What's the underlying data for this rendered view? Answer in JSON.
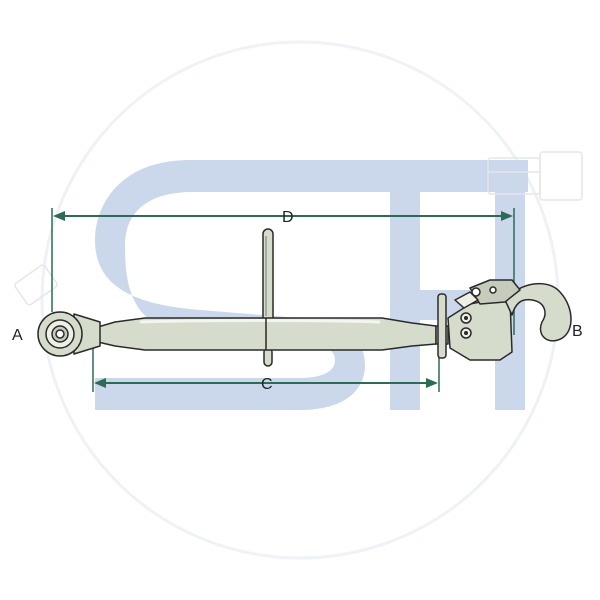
{
  "labels": {
    "a": "A",
    "b": "B",
    "c": "C",
    "d": "D"
  },
  "watermark": {
    "text": "STH"
  },
  "colors": {
    "background": "#ffffff",
    "watermark": "#c9d5ea",
    "dimension_line": "#2e6b55",
    "part_fill": "#d6dccc",
    "part_outline": "#2a2a2a"
  }
}
